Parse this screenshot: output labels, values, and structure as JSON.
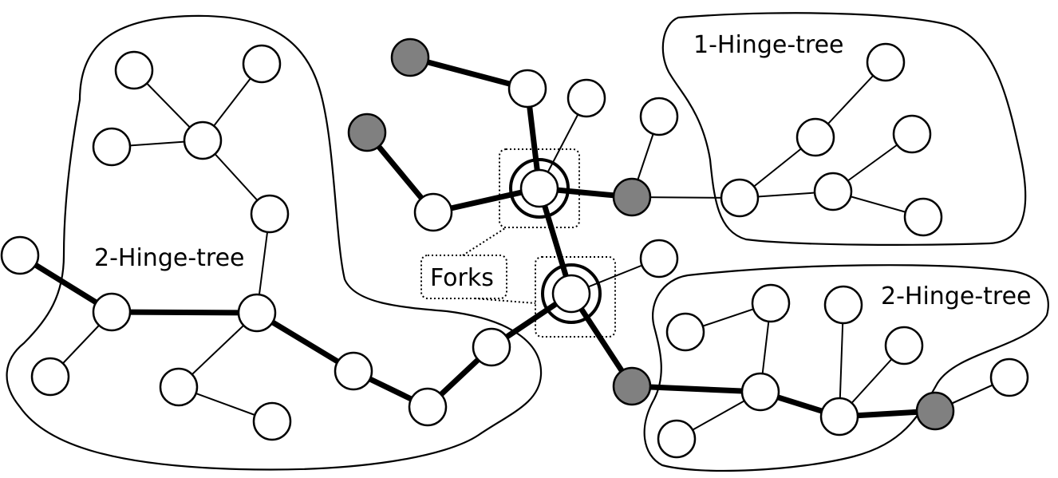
{
  "labels": {
    "hinge_left": "2-Hinge-tree",
    "hinge_top_right": "1-Hinge-tree",
    "hinge_bottom_right": "2-Hinge-tree",
    "forks": "Forks"
  },
  "colors": {
    "hinge_node": "#808080",
    "regular_node": "#ffffff",
    "edge": "#000000"
  },
  "nodes": [
    {
      "id": "a1",
      "kind": "regular"
    },
    {
      "id": "a2",
      "kind": "regular"
    },
    {
      "id": "a3",
      "kind": "regular"
    },
    {
      "id": "a4",
      "kind": "regular"
    },
    {
      "id": "a5",
      "kind": "regular"
    },
    {
      "id": "a6",
      "kind": "regular"
    },
    {
      "id": "a7",
      "kind": "regular"
    },
    {
      "id": "a8",
      "kind": "regular"
    },
    {
      "id": "a9",
      "kind": "regular"
    },
    {
      "id": "a10",
      "kind": "regular"
    },
    {
      "id": "a11",
      "kind": "regular"
    },
    {
      "id": "a12",
      "kind": "regular"
    },
    {
      "id": "a13",
      "kind": "regular"
    },
    {
      "id": "a14",
      "kind": "regular"
    },
    {
      "id": "a15",
      "kind": "hinge"
    },
    {
      "id": "t1",
      "kind": "hinge"
    },
    {
      "id": "t2",
      "kind": "regular"
    },
    {
      "id": "t3",
      "kind": "regular"
    },
    {
      "id": "t4",
      "kind": "hinge"
    },
    {
      "id": "t5",
      "kind": "regular"
    },
    {
      "id": "t6",
      "kind": "hinge"
    },
    {
      "id": "t7",
      "kind": "regular"
    },
    {
      "id": "F1",
      "kind": "fork"
    },
    {
      "id": "F2",
      "kind": "fork"
    },
    {
      "id": "r1",
      "kind": "regular"
    },
    {
      "id": "r2",
      "kind": "regular"
    },
    {
      "id": "r3",
      "kind": "regular"
    },
    {
      "id": "r4",
      "kind": "regular"
    },
    {
      "id": "r5",
      "kind": "regular"
    },
    {
      "id": "r6",
      "kind": "regular"
    },
    {
      "id": "b1",
      "kind": "regular"
    },
    {
      "id": "b2",
      "kind": "hinge"
    },
    {
      "id": "b3",
      "kind": "regular"
    },
    {
      "id": "b4",
      "kind": "regular"
    },
    {
      "id": "b5",
      "kind": "regular"
    },
    {
      "id": "b6",
      "kind": "regular"
    },
    {
      "id": "b7",
      "kind": "regular"
    },
    {
      "id": "b8",
      "kind": "regular"
    },
    {
      "id": "b9",
      "kind": "regular"
    },
    {
      "id": "b10",
      "kind": "regular"
    },
    {
      "id": "b11",
      "kind": "hinge"
    },
    {
      "id": "b12",
      "kind": "regular"
    }
  ],
  "edges": [
    {
      "from": "a1",
      "to": "a3",
      "weight": "thin"
    },
    {
      "from": "a2",
      "to": "a3",
      "weight": "thin"
    },
    {
      "from": "a4",
      "to": "a3",
      "weight": "thin"
    },
    {
      "from": "a3",
      "to": "a5",
      "weight": "thin"
    },
    {
      "from": "a5",
      "to": "a7",
      "weight": "thin"
    },
    {
      "from": "a6",
      "to": "a8",
      "weight": "thick"
    },
    {
      "from": "a8",
      "to": "a7",
      "weight": "thick"
    },
    {
      "from": "a8",
      "to": "a9",
      "weight": "thin"
    },
    {
      "from": "a7",
      "to": "a10",
      "weight": "thin"
    },
    {
      "from": "a10",
      "to": "a11",
      "weight": "thin"
    },
    {
      "from": "a7",
      "to": "a12",
      "weight": "thick"
    },
    {
      "from": "a12",
      "to": "a13",
      "weight": "thick"
    },
    {
      "from": "a13",
      "to": "a14",
      "weight": "thick"
    },
    {
      "from": "a14",
      "to": "F2",
      "weight": "thick"
    },
    {
      "from": "t1",
      "to": "t2",
      "weight": "thick"
    },
    {
      "from": "t2",
      "to": "F1",
      "weight": "thick"
    },
    {
      "from": "t3",
      "to": "F1",
      "weight": "thin"
    },
    {
      "from": "t4",
      "to": "t5",
      "weight": "thick"
    },
    {
      "from": "t5",
      "to": "F1",
      "weight": "thick"
    },
    {
      "from": "F1",
      "to": "t6",
      "weight": "thick"
    },
    {
      "from": "t6",
      "to": "t7",
      "weight": "thin"
    },
    {
      "from": "F1",
      "to": "F2",
      "weight": "thick"
    },
    {
      "from": "t6",
      "to": "r1",
      "weight": "thin"
    },
    {
      "from": "r1",
      "to": "r2",
      "weight": "thin"
    },
    {
      "from": "r2",
      "to": "r3",
      "weight": "thin"
    },
    {
      "from": "r1",
      "to": "r4",
      "weight": "thin"
    },
    {
      "from": "r4",
      "to": "r5",
      "weight": "thin"
    },
    {
      "from": "r4",
      "to": "r6",
      "weight": "thin"
    },
    {
      "from": "F2",
      "to": "b1",
      "weight": "thin"
    },
    {
      "from": "F2",
      "to": "b2",
      "weight": "thick"
    },
    {
      "from": "b2",
      "to": "b5",
      "weight": "thick"
    },
    {
      "from": "b5",
      "to": "b8",
      "weight": "thick"
    },
    {
      "from": "b8",
      "to": "b11",
      "weight": "thick"
    },
    {
      "from": "b11",
      "to": "b12",
      "weight": "thin"
    },
    {
      "from": "b3",
      "to": "b4",
      "weight": "thin"
    },
    {
      "from": "b4",
      "to": "b5",
      "weight": "thin"
    },
    {
      "from": "b5",
      "to": "b9",
      "weight": "thin"
    },
    {
      "from": "b6",
      "to": "b8",
      "weight": "thin"
    },
    {
      "from": "b7",
      "to": "b8",
      "weight": "thin"
    },
    {
      "from": "b10",
      "to": "b11",
      "weight": "thin"
    }
  ]
}
